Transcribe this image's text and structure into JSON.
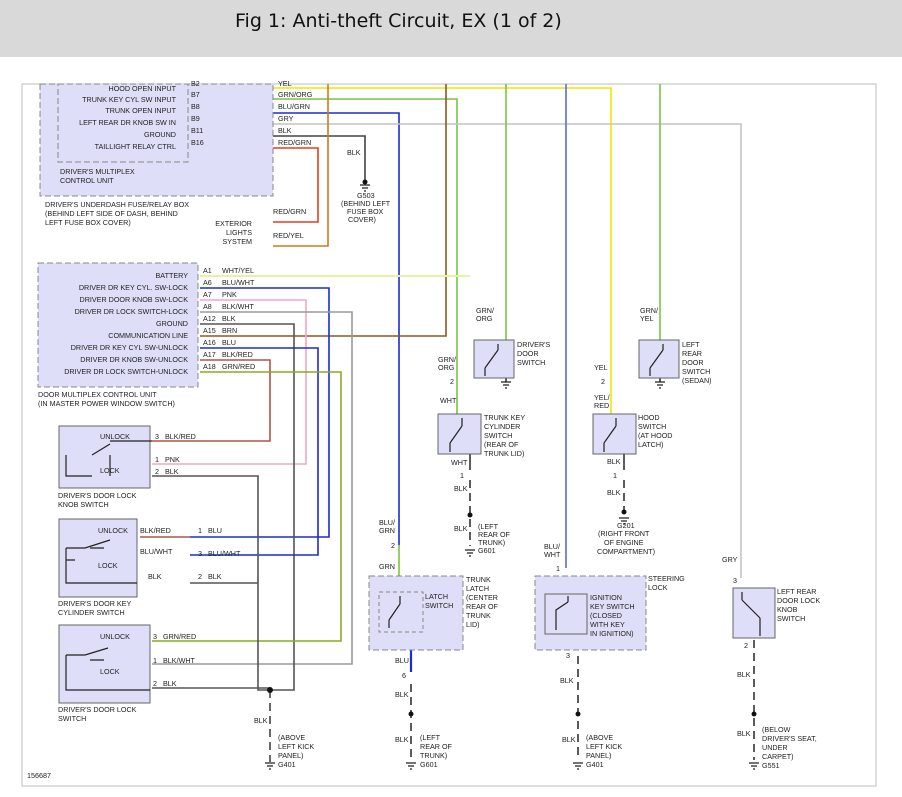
{
  "title": "Fig 1: Anti-theft Circuit, EX (1 of 2)",
  "figure_number": "156687",
  "fuse_box": {
    "unit_label": [
      "DRIVER'S MULTIPLEX",
      "CONTROL UNIT"
    ],
    "box_label": [
      "DRIVER'S UNDERDASH FUSE/RELAY BOX",
      "(BEHIND LEFT SIDE OF DASH, BEHIND",
      "LEFT FUSE BOX COVER)"
    ],
    "pins": [
      {
        "label": "HOOD OPEN INPUT",
        "pin": "B2",
        "wire": "YEL"
      },
      {
        "label": "TRUNK KEY CYL SW INPUT",
        "pin": "B7",
        "wire": "GRN/ORG"
      },
      {
        "label": "TRUNK OPEN INPUT",
        "pin": "B8",
        "wire": "BLU/GRN"
      },
      {
        "label": "LEFT REAR DR KNOB SW IN",
        "pin": "B9",
        "wire": "GRY"
      },
      {
        "label": "GROUND",
        "pin": "B11",
        "wire": "BLK"
      },
      {
        "label": "TAILLIGHT RELAY CTRL",
        "pin": "B16",
        "wire": "RED/GRN"
      }
    ]
  },
  "g503": {
    "wire": "BLK",
    "ground": "G503",
    "desc": [
      "(BEHIND LEFT",
      "FUSE BOX",
      "COVER)"
    ]
  },
  "exterior_lights": {
    "label": [
      "EXTERIOR",
      "LIGHTS",
      "SYSTEM"
    ],
    "wire1": "RED/GRN",
    "wire2": "RED/YEL"
  },
  "door_unit": {
    "label": [
      "DOOR MULTIPLEX CONTROL UNIT",
      "(IN MASTER POWER WINDOW SWITCH)"
    ],
    "pins": [
      {
        "label": "BATTERY",
        "pin": "A1",
        "wire": "WHT/YEL"
      },
      {
        "label": "DRIVER DR KEY CYL. SW-LOCK",
        "pin": "A6",
        "wire": "BLU/WHT"
      },
      {
        "label": "DRIVER DOOR KNOB SW-LOCK",
        "pin": "A7",
        "wire": "PNK"
      },
      {
        "label": "DRIVER DR LOCK SWITCH-LOCK",
        "pin": "A8",
        "wire": "BLK/WHT"
      },
      {
        "label": "GROUND",
        "pin": "A12",
        "wire": "BLK"
      },
      {
        "label": "COMMUNICATION LINE",
        "pin": "A15",
        "wire": "BRN"
      },
      {
        "label": "DRIVER DR KEY CYL SW-UNLOCK",
        "pin": "A16",
        "wire": "BLU"
      },
      {
        "label": "DRIVER DR KNOB SW-UNLOCK",
        "pin": "A17",
        "wire": "BLK/RED"
      },
      {
        "label": "DRIVER DR LOCK SWITCH-UNLOCK",
        "pin": "A18",
        "wire": "GRN/RED"
      }
    ]
  },
  "knob_switch": {
    "unlock": "UNLOCK",
    "lock": "LOCK",
    "label": [
      "DRIVER'S DOOR LOCK",
      "KNOB SWITCH"
    ],
    "w3": {
      "pin": "3",
      "wire": "BLK/RED"
    },
    "w1": {
      "pin": "1",
      "wire": "PNK"
    },
    "w2": {
      "pin": "2",
      "wire": "BLK"
    }
  },
  "key_cyl_switch": {
    "unlock": "UNLOCK",
    "lock": "LOCK",
    "label": [
      "DRIVER'S DOOR KEY",
      "CYLINDER SWITCH"
    ],
    "w1": {
      "pin": "1",
      "wire": "BLU",
      "left": "BLK/RED"
    },
    "w3": {
      "pin": "3",
      "wire": "BLU/WHT",
      "left": "BLU/WHT"
    },
    "w2": {
      "pin": "2",
      "wire": "BLK",
      "left": "BLK"
    }
  },
  "lock_switch": {
    "unlock": "UNLOCK",
    "lock": "LOCK",
    "label": [
      "DRIVER'S DOOR LOCK",
      "SWITCH"
    ],
    "w3": {
      "pin": "3",
      "wire": "GRN/RED"
    },
    "w1": {
      "pin": "1",
      "wire": "BLK/WHT"
    },
    "w2": {
      "pin": "2",
      "wire": "BLK"
    }
  },
  "g401_left": {
    "wire": "BLK",
    "ground": "G401",
    "desc": [
      "(ABOVE",
      "LEFT KICK",
      "PANEL)"
    ]
  },
  "drivers_door_switch": {
    "label": [
      "DRIVER'S",
      "DOOR",
      "SWITCH"
    ],
    "wire": "GRN/\nORG"
  },
  "trunk_key_cyl": {
    "top_wire": "GRN/\nORG",
    "pin": "2",
    "wht": "WHT",
    "label": [
      "TRUNK KEY",
      "CYLINDER",
      "SWITCH",
      "(REAR OF",
      "TRUNK LID)"
    ],
    "out_wire": "WHT",
    "out_pin": "1",
    "blk": "BLK",
    "ground": "G601",
    "desc": [
      "(LEFT",
      "REAR OF",
      "TRUNK)"
    ]
  },
  "left_rear_door_switch": {
    "wire": "GRN/\nYEL",
    "label": [
      "LEFT",
      "REAR",
      "DOOR",
      "SWITCH",
      "(SEDAN)"
    ]
  },
  "hood_switch": {
    "top_wire": "YEL",
    "pin": "2",
    "wire2": "YEL/\nRED",
    "label": [
      "HOOD",
      "SWITCH",
      "(AT HOOD",
      "LATCH)"
    ],
    "blk": "BLK",
    "out_pin": "1",
    "blk2": "BLK",
    "ground": "G201",
    "desc": [
      "(RIGHT FRONT",
      "OF ENGINE",
      "COMPARTMENT)"
    ]
  },
  "trunk_latch": {
    "top_wire": "BLU/\nGRN",
    "pin": "2",
    "grn": "GRN",
    "inner": [
      "LATCH",
      "SWITCH"
    ],
    "label": [
      "TRUNK",
      "LATCH",
      "(CENTER",
      "REAR OF",
      "TRUNK",
      "LID)"
    ],
    "blu": "BLU",
    "out_pin": "6",
    "blk": "BLK",
    "blk2": "BLK",
    "ground": "G601",
    "desc": [
      "(LEFT",
      "REAR OF",
      "TRUNK)"
    ]
  },
  "ignition": {
    "top_wire": "BLU/\nWHT",
    "pin": "1",
    "steering": [
      "STEERING",
      "LOCK"
    ],
    "inner": [
      "IGNITION",
      "KEY SWITCH",
      "(CLOSED",
      "WITH KEY",
      "IN IGNITION)"
    ],
    "out_pin": "3",
    "blk": "BLK",
    "blk2": "BLK",
    "ground": "G401",
    "desc": [
      "(ABOVE",
      "LEFT KICK",
      "PANEL)"
    ]
  },
  "left_rear_knob": {
    "top_wire": "GRY",
    "pin": "3",
    "label": [
      "LEFT REAR",
      "DOOR LOCK",
      "KNOB",
      "SWITCH"
    ],
    "out_pin": "2",
    "blk": "BLK",
    "blk2": "BLK",
    "ground": "G551",
    "desc": [
      "(BELOW",
      "DRIVER'S SEAT,",
      "UNDER",
      "CARPET)"
    ]
  },
  "wire_colors": {
    "YEL": "#f2e400",
    "GRN": "#7cc242",
    "BLU": "#1c2bd0",
    "GRY": "#c4c4c4",
    "BLK": "#555555",
    "RED": "#e2401b",
    "ORG": "#d07a1a",
    "PNK": "#f3a6c2",
    "BRN": "#8b5a1e",
    "OLIVE": "#88aa22",
    "WHTYEL": "#e8f2a0",
    "REDBRN": "#b0524a",
    "LIGHTBLU": "#5e6ad8",
    "BOX": "#dedef8"
  }
}
